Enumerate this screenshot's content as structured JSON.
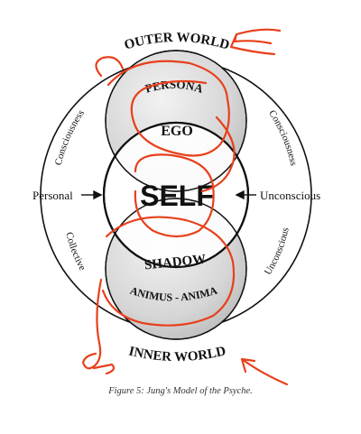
{
  "diagram": {
    "outer_world": "OUTER WORLD",
    "inner_world": "INNER WORLD",
    "persona": "PERSONA",
    "ego": "EGO",
    "self": "SELF",
    "shadow": "SHADOW",
    "animus_anima": "ANIMUS - ANIMA",
    "personal": "Personal",
    "unconscious_right": "Unconscious",
    "consciousness_left": "Consciousness",
    "consciousness_right": "Consciousness",
    "collective": "Collective",
    "unconscious_lower_right": "Unconscious"
  },
  "caption": "Figure 5: Jung's Model of the Psyche.",
  "colors": {
    "annotation": "#e8401c",
    "sphere_fill": "#d9d9d9",
    "ink": "#111111"
  }
}
